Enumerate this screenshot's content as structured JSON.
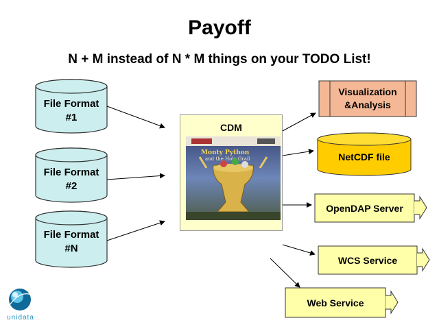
{
  "title": "Payoff",
  "subtitle": "N + M instead of N * M things on your TODO List!",
  "inputs": [
    {
      "line1": "File Format",
      "line2": "#1"
    },
    {
      "line1": "File Format",
      "line2": "#2"
    },
    {
      "line1": "File Format",
      "line2": "#N"
    }
  ],
  "hub": {
    "label": "CDM"
  },
  "outputs": {
    "visualization": {
      "line1": "Visualization",
      "line2": "&Analysis"
    },
    "netcdf": "NetCDF file",
    "opendap": "OpenDAP Server",
    "wcs": "WCS Service",
    "web": "Web Service"
  },
  "logo": {
    "text": "unidata"
  },
  "colors": {
    "cylinder_fill": "#cceeee",
    "hub_fill": "#ffffcc",
    "visualization_fill": "#f5b896",
    "netcdf_fill": "#ffcc00",
    "service_fill": "#ffffaa"
  }
}
